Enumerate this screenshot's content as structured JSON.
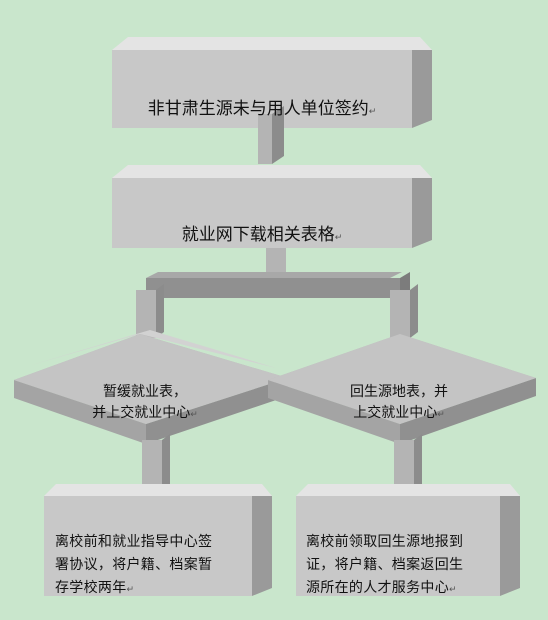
{
  "nodes": {
    "step1": {
      "label": "非甘肃生源未与用人单位签约"
    },
    "step2": {
      "label": "就业网下载相关表格"
    },
    "option_left": {
      "label": "暂缓就业表，\n并上交就业中心"
    },
    "option_right": {
      "label": "回生源地表，并\n上交就业中心"
    },
    "result_left": {
      "label": "离校前和就业指导中心签\n署协议，将户籍、档案暂\n存学校两年"
    },
    "result_right": {
      "label": "离校前领取回生源地报到\n证，将户籍、档案返回生\n源所在的人才服务中心"
    }
  },
  "paragraph_mark": "↵",
  "colors": {
    "background": "#c9e6cc",
    "box_front": "#c8c8c8",
    "box_top": "#e4e4e4",
    "box_side": "#9a9a9a",
    "connector": "#b4b4b4",
    "connector_dark": "#8c8c8c"
  }
}
